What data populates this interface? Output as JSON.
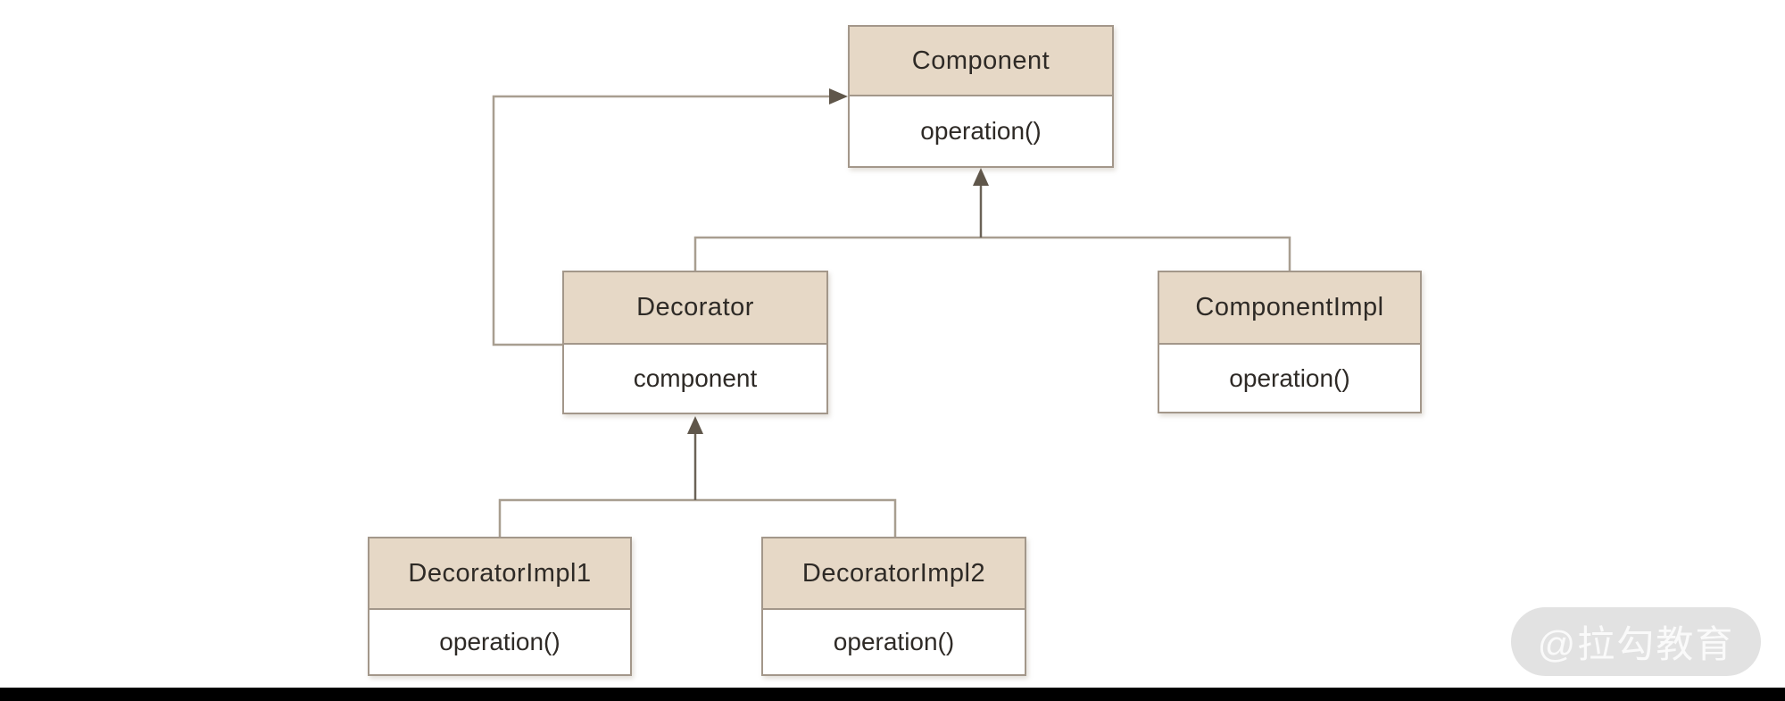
{
  "diagram": {
    "type": "uml-class-diagram",
    "pattern": "Decorator pattern",
    "classes": [
      {
        "id": "component",
        "name": "Component",
        "member": "operation()"
      },
      {
        "id": "decorator",
        "name": "Decorator",
        "member": "component"
      },
      {
        "id": "componentimpl",
        "name": "ComponentImpl",
        "member": "operation()"
      },
      {
        "id": "decoratorimpl1",
        "name": "DecoratorImpl1",
        "member": "operation()"
      },
      {
        "id": "decoratorimpl2",
        "name": "DecoratorImpl2",
        "member": "operation()"
      }
    ],
    "relations": [
      {
        "from": "Decorator",
        "to": "Component",
        "type": "inheritance"
      },
      {
        "from": "ComponentImpl",
        "to": "Component",
        "type": "inheritance"
      },
      {
        "from": "DecoratorImpl1",
        "to": "Decorator",
        "type": "inheritance"
      },
      {
        "from": "DecoratorImpl2",
        "to": "Decorator",
        "type": "inheritance"
      },
      {
        "from": "Decorator",
        "to": "Component",
        "type": "association"
      }
    ]
  },
  "watermark": {
    "text": "@拉勾教育"
  },
  "colors": {
    "header_fill": "#e6d8c6",
    "box_border": "#a3978a",
    "line": "#a89e90",
    "arrow": "#5f564a",
    "text": "#2e2a26",
    "background": "#ffffff",
    "watermark_pill": "#e2e2e2",
    "watermark_text": "#fafafa",
    "bottom_bar": "#000000"
  }
}
